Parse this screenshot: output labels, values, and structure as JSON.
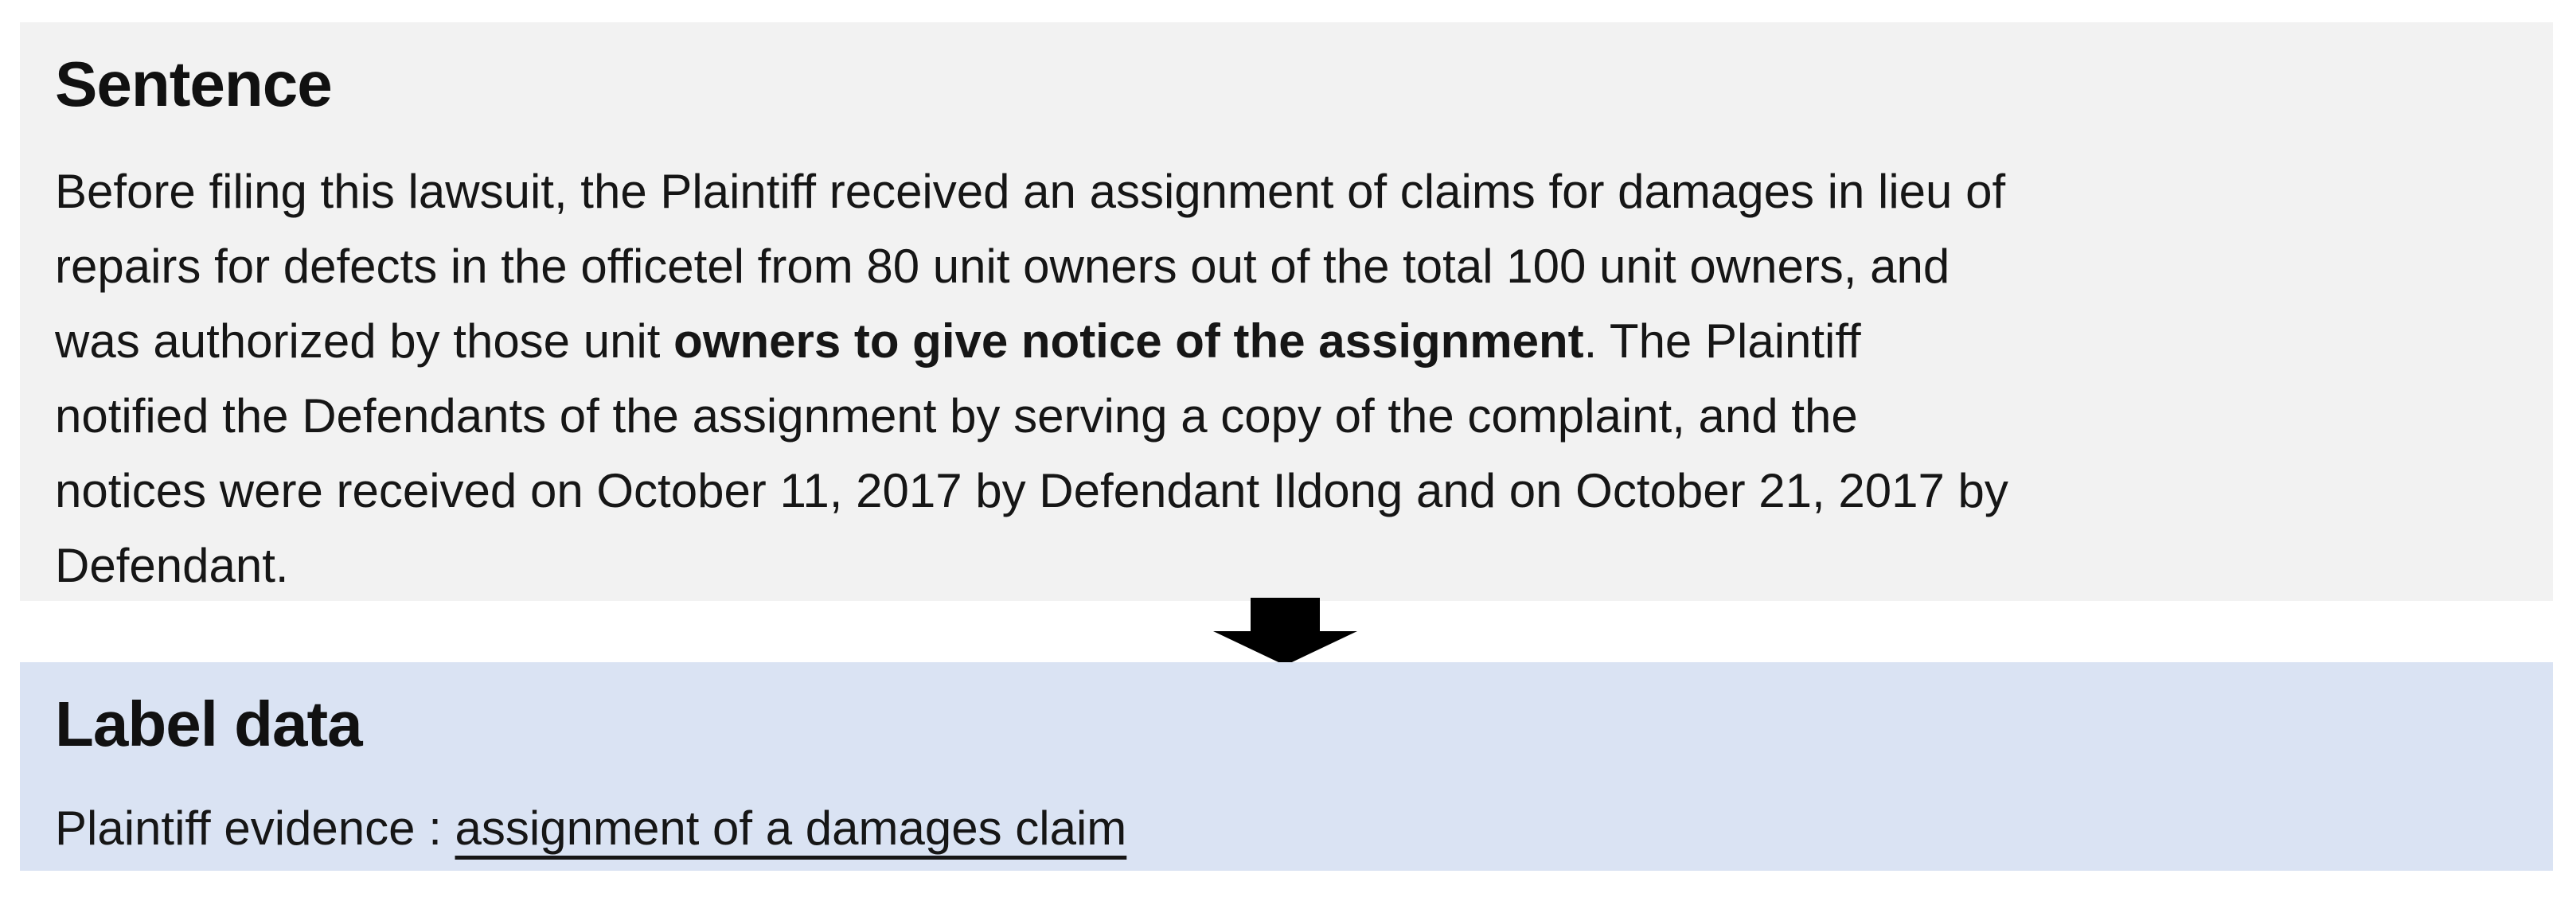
{
  "sentence_box": {
    "title": "Sentence",
    "lines": [
      [
        {
          "text": "Before filing this lawsuit, the Plaintiff received an assignment of claims for damages in lieu of",
          "bold": false
        }
      ],
      [
        {
          "text": "repairs for defects in the officetel from 80 unit owners out of the total 100 unit owners, and",
          "bold": false
        }
      ],
      [
        {
          "text": "was authorized by those unit ",
          "bold": false
        },
        {
          "text": "owners to give notice of the assignment",
          "bold": true
        },
        {
          "text": ". The Plaintiff",
          "bold": false
        }
      ],
      [
        {
          "text": "notified the Defendants of the assignment by serving a copy of the complaint, and the",
          "bold": false
        }
      ],
      [
        {
          "text": "notices were received on October 11, 2017 by Defendant Ildong and on October 21, 2017 by",
          "bold": false
        }
      ],
      [
        {
          "text": "Defendant.",
          "bold": false
        }
      ]
    ]
  },
  "arrow": {
    "icon": "down-arrow",
    "color": "#000000"
  },
  "label_box": {
    "title": "Label data",
    "prefix": "Plaintiff evidence : ",
    "value": "assignment of a damages claim"
  },
  "colors": {
    "sentence_box_bg": "#f2f2f2",
    "label_box_bg": "#dae3f3",
    "text": "#161616"
  }
}
